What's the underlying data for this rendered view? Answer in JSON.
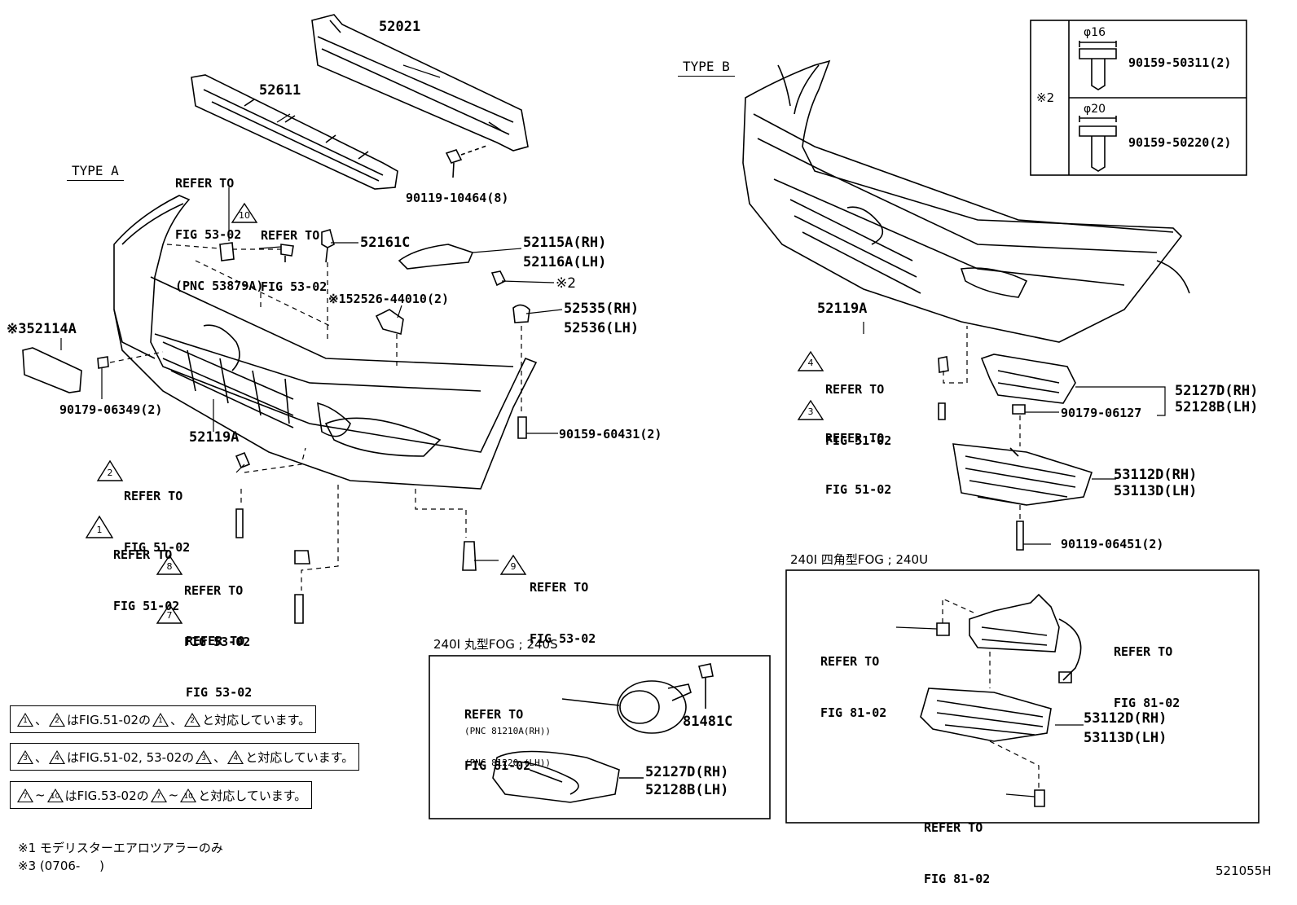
{
  "type_a": "TYPE A",
  "type_b": "TYPE B",
  "parts": {
    "p52021": "52021",
    "p52611": "52611",
    "p90119_10464": "90119-10464(8)",
    "p52161c": "52161C",
    "p52115a": "52115A(RH)",
    "p52116a": "52116A(LH)",
    "p_x2_a": "※2",
    "p152526": "※152526-44010(2)",
    "p52535": "52535(RH)",
    "p52536": "52536(LH)",
    "p52114a": "※352114A",
    "p90179_06349": "90179-06349(2)",
    "p52119a_a": "52119A",
    "p90159_60431": "90159-60431(2)",
    "p52119a_b": "52119A",
    "p52127d_b": "52127D(RH)",
    "p52128b_b": "52128B(LH)",
    "p90179_06127": "90179-06127",
    "p53112d_b": "53112D(RH)",
    "p53113d_b": "53113D(LH)",
    "p90119_06451": "90119-06451(2)",
    "p81481c": "81481C",
    "p52127d_fog": "52127D(RH)",
    "p52128b_fog": "52128B(LH)",
    "p53112d_box": "53112D(RH)",
    "p53113d_box": "53113D(LH)"
  },
  "refs": {
    "r_53879": [
      "REFER TO",
      "FIG 53-02",
      "(PNC 53879A)"
    ],
    "r10": [
      "REFER TO",
      "FIG 53-02"
    ],
    "r2": [
      "REFER TO",
      "FIG 51-02"
    ],
    "r1": [
      "REFER TO",
      "FIG 51-02"
    ],
    "r8": [
      "REFER TO",
      "FIG 53-02"
    ],
    "r7": [
      "REFER TO",
      "FIG 53-02"
    ],
    "r9": [
      "REFER TO",
      "FIG 53-02"
    ],
    "r4": [
      "REFER TO",
      "FIG 51-02"
    ],
    "r3": [
      "REFER TO",
      "FIG 51-02"
    ],
    "r_fog_round": [
      "REFER TO",
      "FIG 81-02"
    ],
    "r_fog_round_pnc": [
      "(PNC 81210A(RH))",
      "(PNC 81220 (LH))"
    ],
    "r_box_left": [
      "REFER TO",
      "FIG 81-02"
    ],
    "r_box_right": [
      "REFER TO",
      "FIG 81-02"
    ],
    "r_box_bottom": [
      "REFER TO",
      "FIG 81-02"
    ]
  },
  "triangles": {
    "t10": "10",
    "t2": "2",
    "t1": "1",
    "t8": "8",
    "t7": "7",
    "t9": "9",
    "t4": "4",
    "t3": "3"
  },
  "screw_box": {
    "mark": "※2",
    "d16": "φ16",
    "d20": "φ20",
    "part1": "90159-50311(2)",
    "part2": "90159-50220(2)"
  },
  "fog_round_title": "240I 丸型FOG ; 240S",
  "fog_square_title": "240I 四角型FOG ; 240U",
  "notes": [
    {
      "a": "1",
      "b": "2",
      "sep": "、",
      "text": "はFIG.51-02の",
      "c": "1",
      "d": "2",
      "tail": "と対応しています。"
    },
    {
      "a": "3",
      "b": "4",
      "sep": "、",
      "text": "はFIG.51-02, 53-02の",
      "c": "3",
      "d": "4",
      "tail": "と対応しています。"
    },
    {
      "a": "7",
      "b": "10",
      "sep": "~",
      "text": "はFIG.53-02の",
      "c": "7",
      "d": "10",
      "tail": "と対応しています。"
    }
  ],
  "footnotes": {
    "f1": "※1 モデリスターエアロツアラーのみ",
    "f3": "※3 (0706-     )"
  },
  "diagram_id": "521055H"
}
